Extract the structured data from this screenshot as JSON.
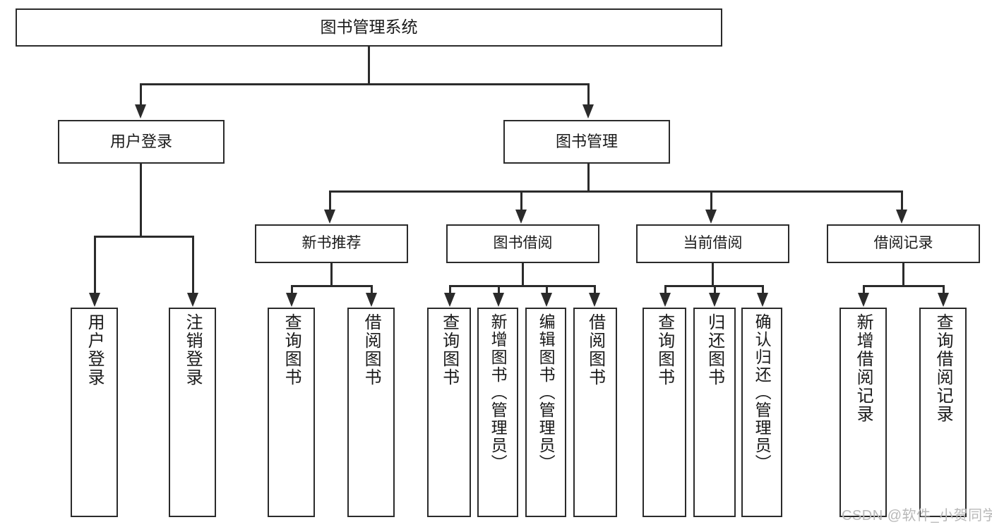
{
  "diagram": {
    "type": "tree-hierarchy-chart",
    "title": "图书管理系统",
    "watermark": "CSDN @软件_小贺同学",
    "colors": {
      "stroke": "#2b2b2b",
      "fill": "#ffffff",
      "text": "#1a1a1a",
      "watermark": "#b8b8b8"
    },
    "nodes": {
      "root": {
        "label": "图书管理系统"
      },
      "level2": [
        {
          "id": "user-login",
          "label": "用户登录"
        },
        {
          "id": "book-management",
          "label": "图书管理"
        }
      ],
      "level3": [
        {
          "id": "new-book-recommend",
          "label": "新书推荐"
        },
        {
          "id": "book-borrow",
          "label": "图书借阅"
        },
        {
          "id": "current-borrow",
          "label": "当前借阅"
        },
        {
          "id": "borrow-record",
          "label": "借阅记录"
        }
      ],
      "leaves": {
        "user-login": [
          {
            "id": "leaf-user-login",
            "label": "用户登录"
          },
          {
            "id": "leaf-logout-login",
            "label": "注销登录"
          }
        ],
        "new-book-recommend": [
          {
            "id": "leaf-query-book-1",
            "label": "查询图书"
          },
          {
            "id": "leaf-borrow-book-1",
            "label": "借阅图书"
          }
        ],
        "book-borrow": [
          {
            "id": "leaf-query-book-2",
            "label": "查询图书"
          },
          {
            "id": "leaf-add-book",
            "label": "新增图书（管理员）"
          },
          {
            "id": "leaf-edit-book",
            "label": "编辑图书（管理员）"
          },
          {
            "id": "leaf-borrow-book-2",
            "label": "借阅图书"
          }
        ],
        "current-borrow": [
          {
            "id": "leaf-query-book-3",
            "label": "查询图书"
          },
          {
            "id": "leaf-return-book",
            "label": "归还图书"
          },
          {
            "id": "leaf-confirm-return",
            "label": "确认归还（管理员）"
          }
        ],
        "borrow-record": [
          {
            "id": "leaf-add-record",
            "label": "新增借阅记录"
          },
          {
            "id": "leaf-query-record",
            "label": "查询借阅记录"
          }
        ]
      }
    }
  }
}
